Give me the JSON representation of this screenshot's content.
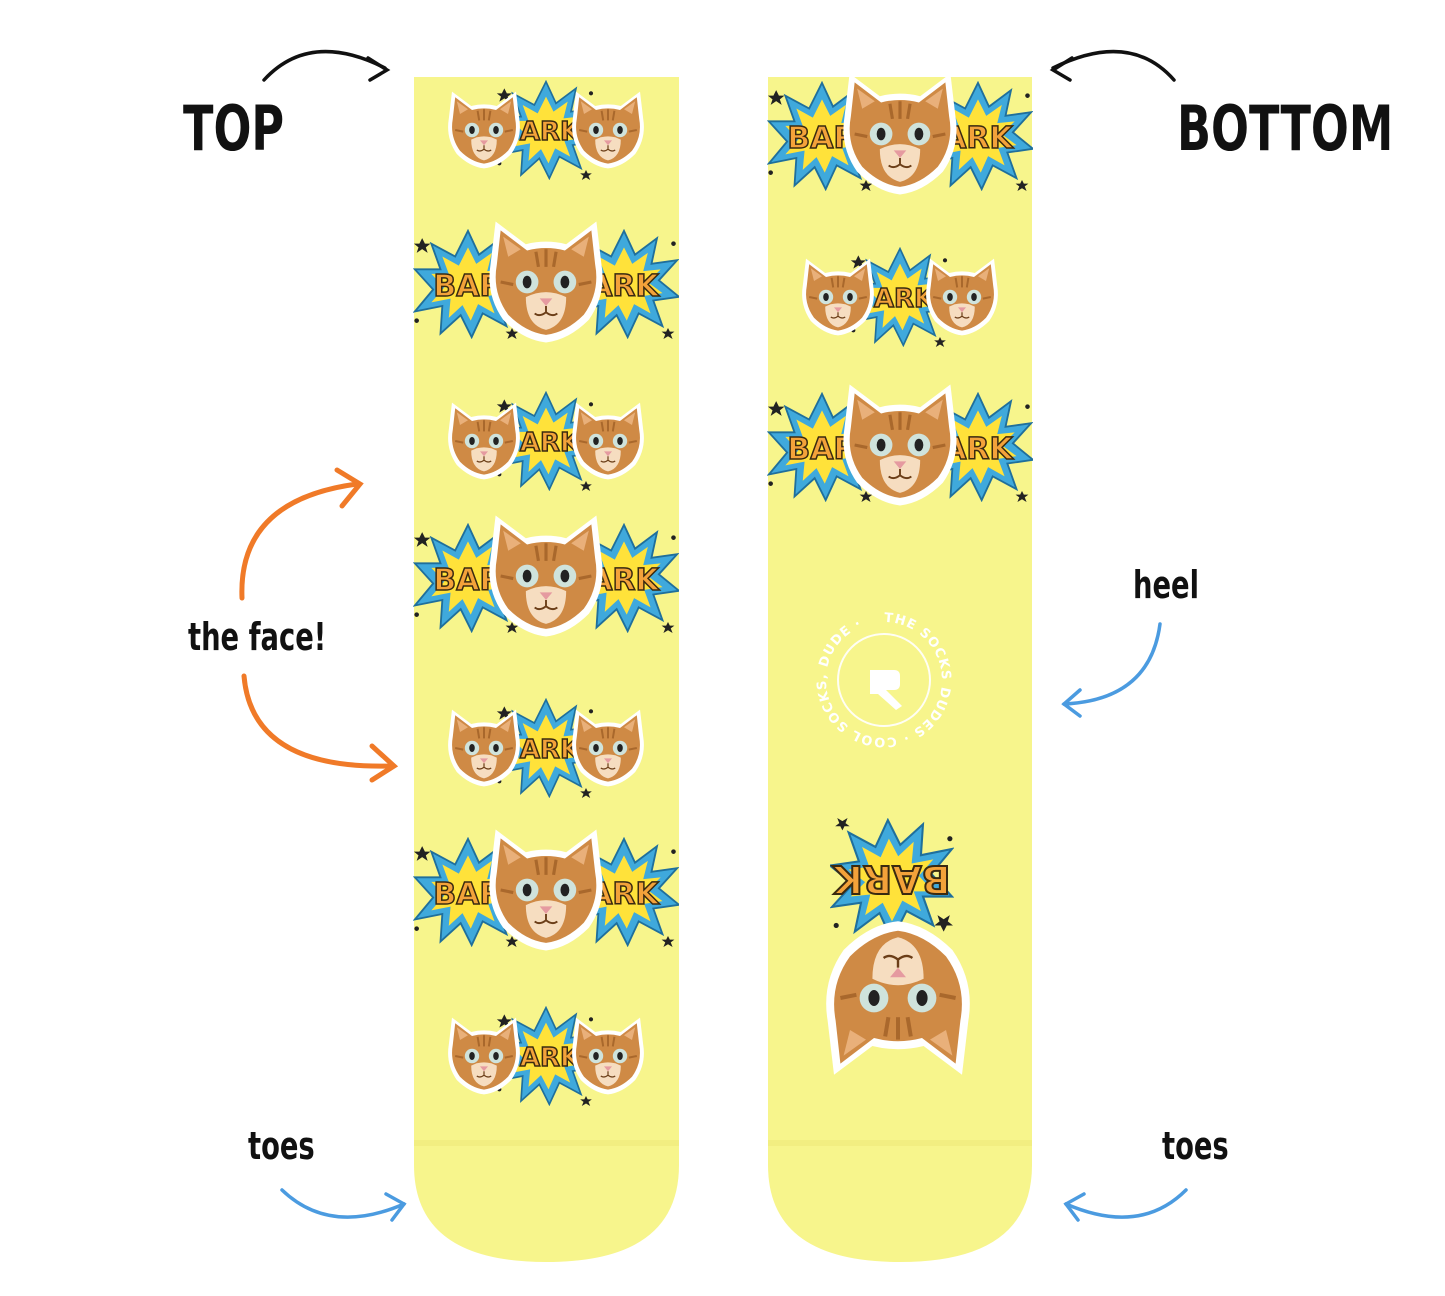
{
  "labels": {
    "top": "TOP",
    "bottom": "BOTTOM",
    "face": "the face!",
    "heel": "heel",
    "toes_left": "toes",
    "toes_right": "toes"
  },
  "pattern": {
    "word_full": "BARK",
    "word_left": "BAR",
    "word_right": "ARK"
  },
  "brand": {
    "ring_text": "THE SOCKS DUDES · COOL SOCKS, DUDE ·"
  },
  "colors": {
    "sock": "#f7f58c",
    "sock_shade": "#eeea7a",
    "arrow_black": "#111111",
    "arrow_orange": "#f07a28",
    "arrow_blue": "#4b9be0",
    "burst_blue": "#3fa9dc",
    "burst_yellow": "#ffe23a",
    "word_orange": "#f3a23a",
    "cat_fur": "#cf8a45"
  },
  "icons": {
    "cat": "cat-face-icon",
    "burst": "comic-burst-icon",
    "logo": "pointing-hand-logo"
  }
}
